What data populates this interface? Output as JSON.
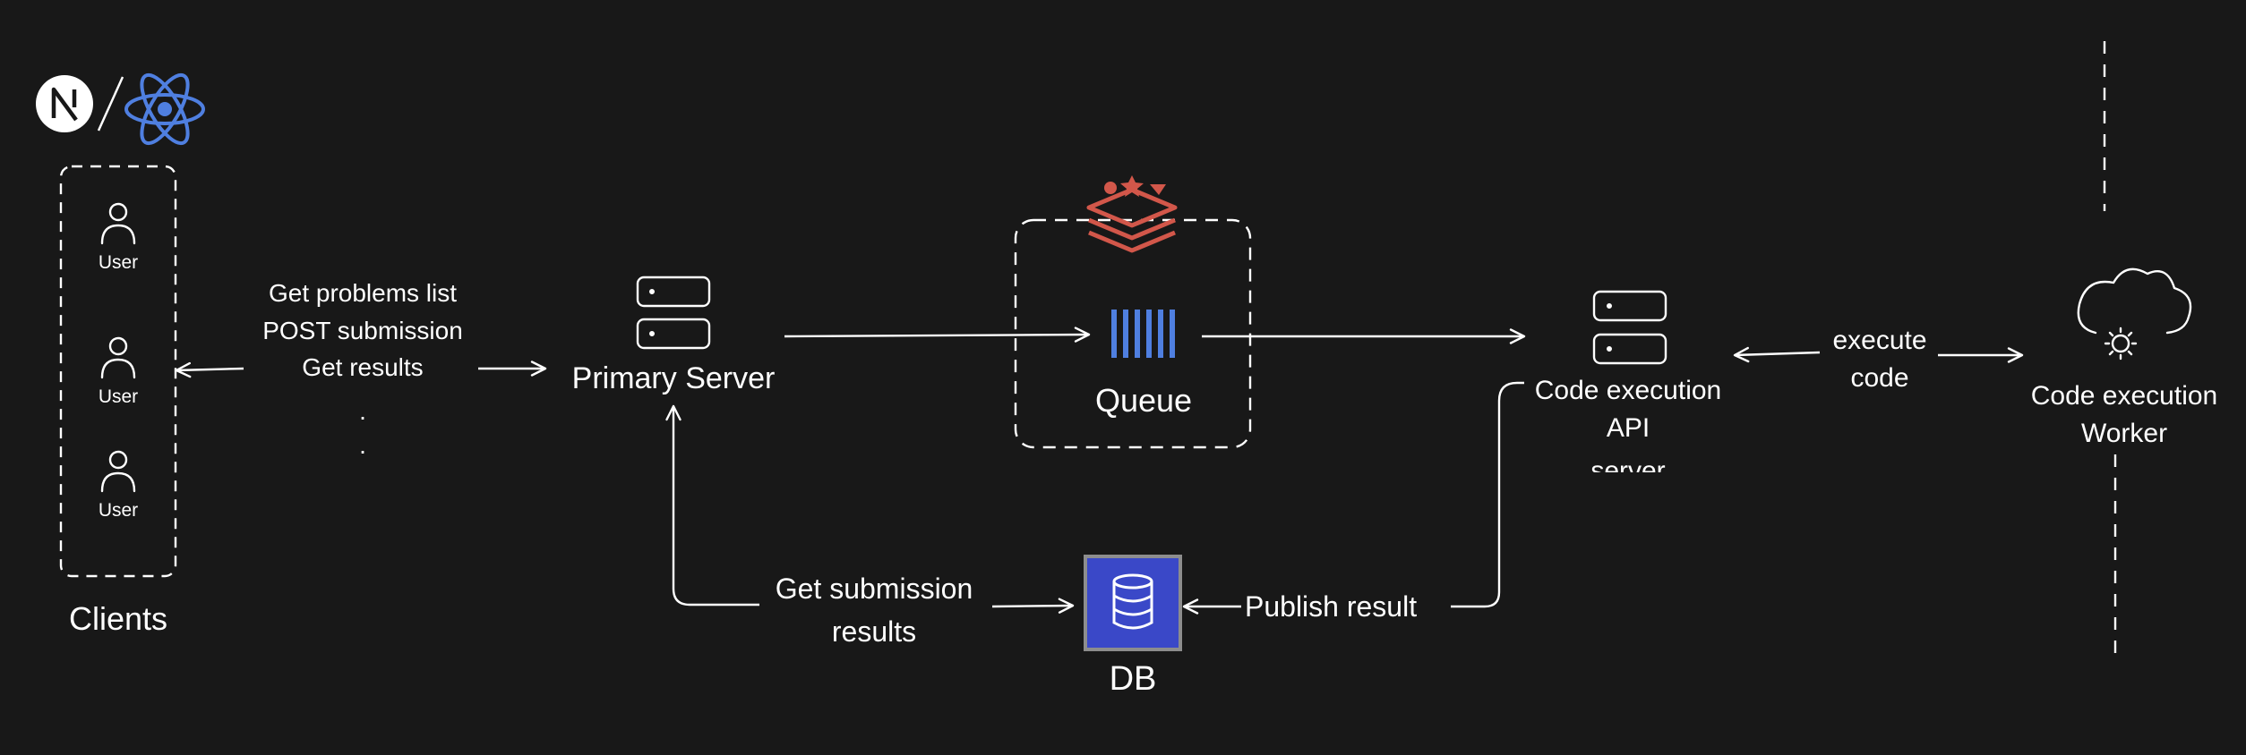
{
  "diagram": {
    "clients": {
      "group_label": "Clients",
      "users": [
        "User",
        "User",
        "User"
      ],
      "logos": [
        "nextjs-logo",
        "react-logo"
      ]
    },
    "client_server_link": {
      "lines": [
        "Get problems list",
        "POST submission",
        "Get results"
      ],
      "ellipsis": [
        ".",
        "."
      ]
    },
    "primary_server": {
      "label": "Primary Server",
      "icon": "server-icon"
    },
    "queue": {
      "label": "Queue",
      "logo": "redis-logo",
      "icon": "queue-icon"
    },
    "code_execution_api": {
      "lines": [
        "Code execution",
        "API",
        "server"
      ],
      "icon": "server-icon"
    },
    "execute_link": {
      "lines": [
        "execute",
        "code"
      ]
    },
    "worker": {
      "lines": [
        "Code execution",
        "Worker"
      ],
      "icon": "cloud-gear-icon"
    },
    "db": {
      "label": "DB",
      "icon": "database-icon"
    },
    "get_results_link": {
      "lines": [
        "Get submission",
        "results"
      ]
    },
    "publish_link": {
      "label": "Publish result"
    },
    "colors": {
      "background": "#181818",
      "stroke": "#ffffff",
      "queue_bars": "#4f7fe0",
      "react": "#4f7fe0",
      "redis": "#d2574a",
      "db_fill": "#3a48c8",
      "db_border": "#8d8d8d"
    }
  }
}
